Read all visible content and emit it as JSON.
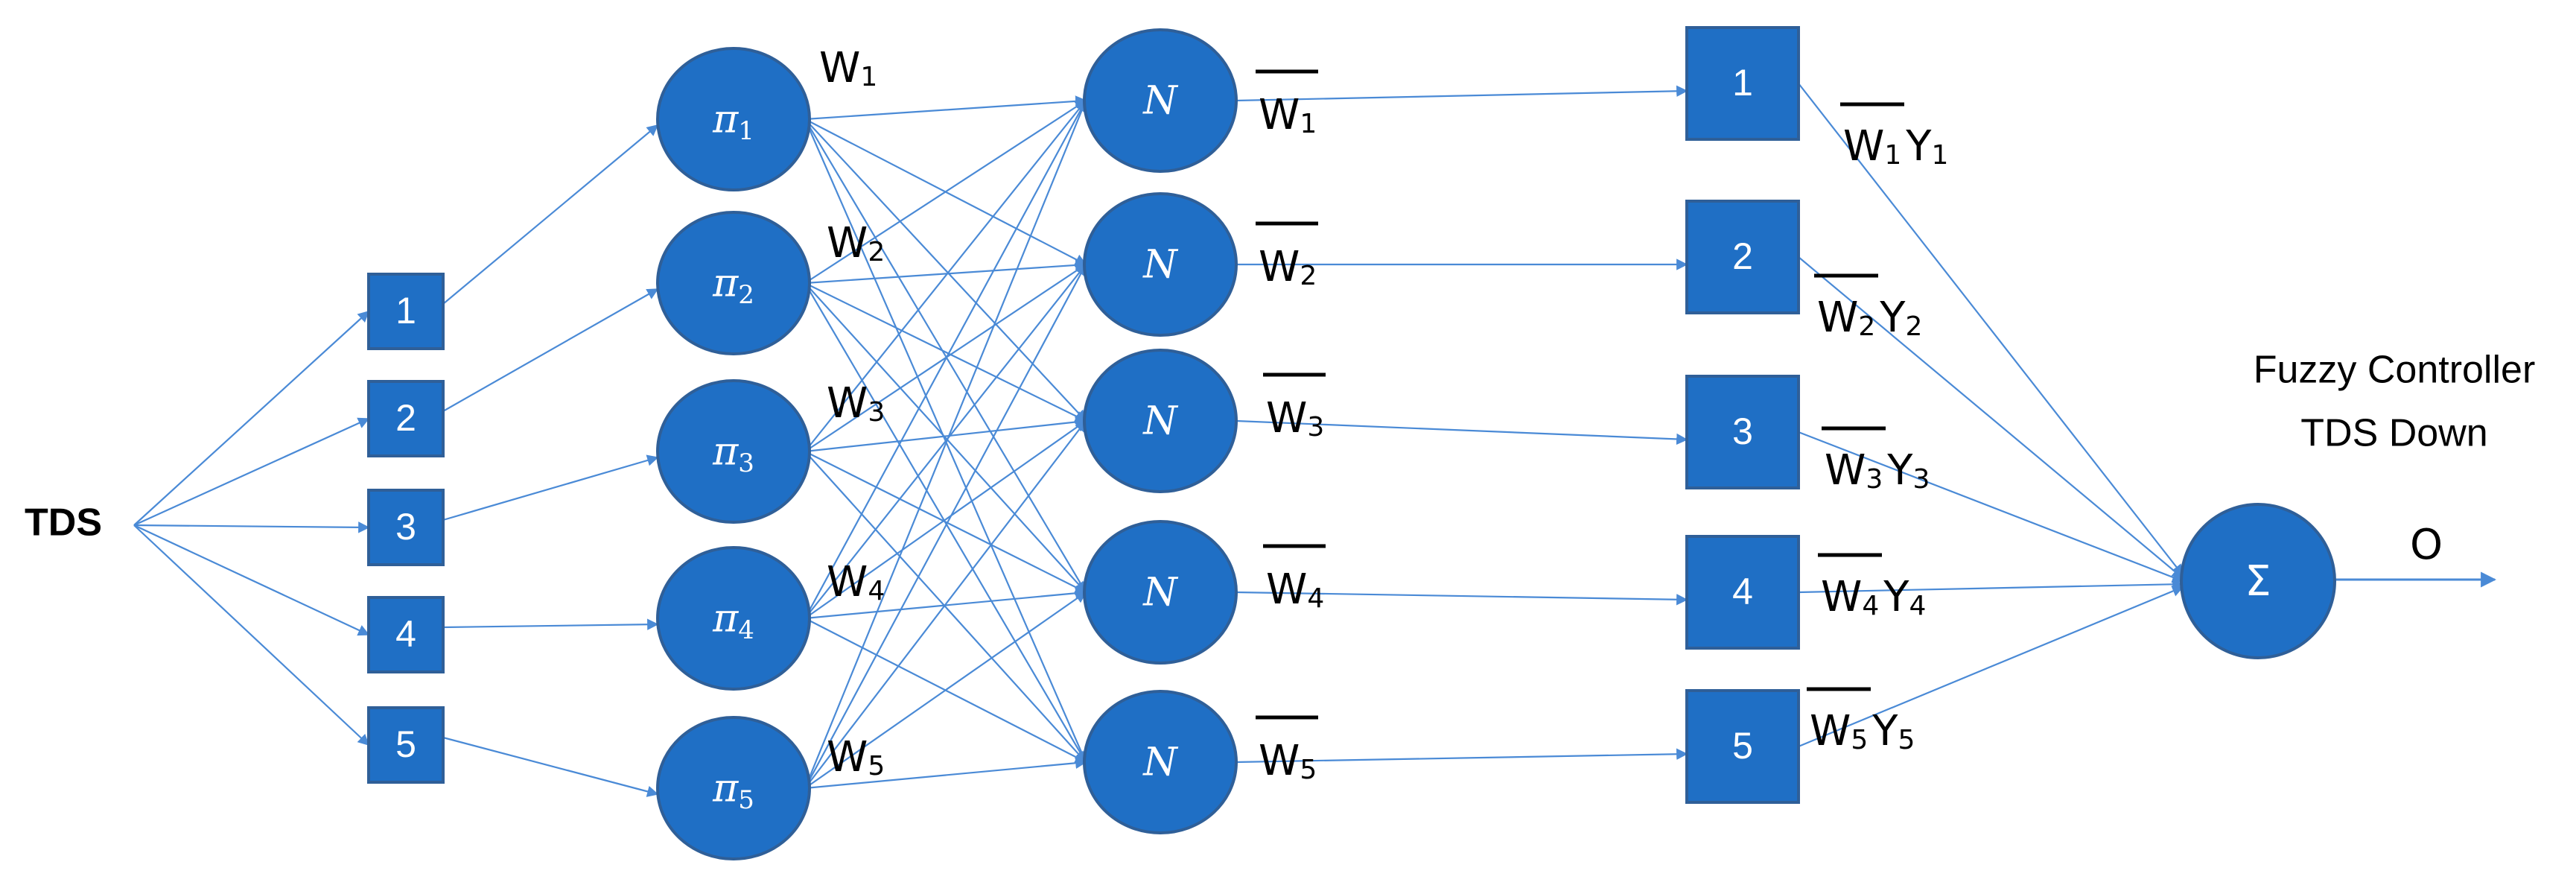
{
  "input": {
    "label": "TDS"
  },
  "layer1": {
    "labels": [
      "1",
      "2",
      "3",
      "4",
      "5"
    ]
  },
  "layer2": {
    "symbol": "π",
    "subscripts": [
      "1",
      "2",
      "3",
      "4",
      "5"
    ]
  },
  "weights": {
    "symbol": "W",
    "subscripts": [
      "1",
      "2",
      "3",
      "4",
      "5"
    ]
  },
  "layer3": {
    "symbol": "N"
  },
  "norm_weights": {
    "symbol": "W",
    "subscripts": [
      "1",
      "2",
      "3",
      "4",
      "5"
    ]
  },
  "layer4": {
    "labels": [
      "1",
      "2",
      "3",
      "4",
      "5"
    ]
  },
  "consequents": {
    "w_symbol": "W",
    "y_symbol": "Y",
    "subscripts": [
      "1",
      "2",
      "3",
      "4",
      "5"
    ]
  },
  "output_node": {
    "symbol": "Σ"
  },
  "title": {
    "line1": "Fuzzy Controller",
    "line2": "TDS Down"
  },
  "output": {
    "label": "O"
  },
  "colors": {
    "node_fill": "#1f6fc5",
    "edge": "#4a8ad6",
    "node_border": "#2f5f98"
  }
}
